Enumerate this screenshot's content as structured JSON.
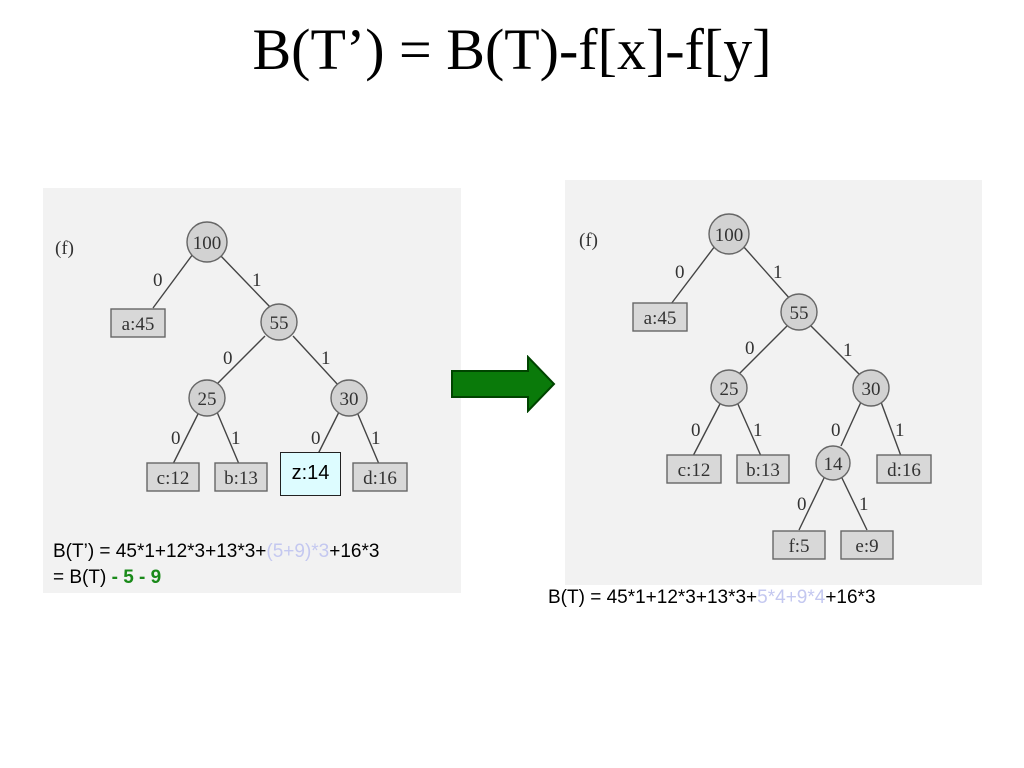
{
  "title": "B(T’) = B(T)-f[x]-f[y]",
  "left_tree": {
    "panel_label": "(f)",
    "root": "100",
    "nodes": {
      "n55": "55",
      "n25": "25",
      "n30": "30"
    },
    "leaves": {
      "a": "a:45",
      "c": "c:12",
      "b": "b:13",
      "d": "d:16"
    },
    "merged_node": "z:14",
    "edge_labels": {
      "zero": "0",
      "one": "1"
    }
  },
  "left_formula": {
    "line1_prefix": "B(T’) = 45*1+12*3+13*3+",
    "line1_highlight": "(5+9)*3",
    "line1_suffix": "+16*3",
    "line2_prefix": "= B(T) ",
    "line2_highlight": "- 5 - 9"
  },
  "right_tree": {
    "panel_label": "(f)",
    "root": "100",
    "nodes": {
      "n55": "55",
      "n25": "25",
      "n30": "30",
      "n14": "14"
    },
    "leaves": {
      "a": "a:45",
      "c": "c:12",
      "b": "b:13",
      "d": "d:16",
      "f": "f:5",
      "e": "e:9"
    },
    "edge_labels": {
      "zero": "0",
      "one": "1"
    }
  },
  "right_formula": {
    "prefix": "B(T) = 45*1+12*3+13*3+",
    "highlight": "5*4+9*4",
    "suffix": "+16*3"
  },
  "colors": {
    "arrow": "#0a7a0a",
    "arrow_stroke": "#004400",
    "highlight": "#c4c8f0",
    "green_text": "#1a8a1a",
    "merged_box": "#ddfcff"
  },
  "arrow_icon": "right-arrow-icon"
}
